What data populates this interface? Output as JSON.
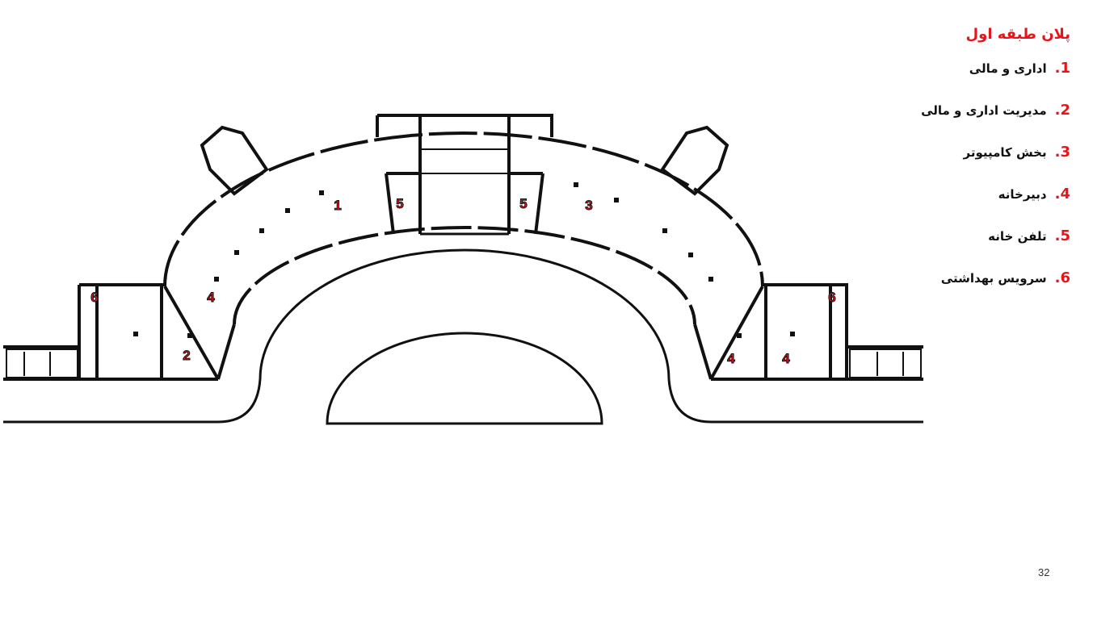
{
  "slide": {
    "title": "پلان طبقه اول",
    "legend": [
      {
        "num": "1.",
        "label": "اداری و مالی"
      },
      {
        "num": "2.",
        "label": "مدیریت اداری و مالی"
      },
      {
        "num": "3.",
        "label": "بخش کامپیوتر"
      },
      {
        "num": "4.",
        "label": "دبیرخانه"
      },
      {
        "num": "5.",
        "label": "تلفن خانه"
      },
      {
        "num": "6.",
        "label": "سرویس بهداشتی"
      }
    ],
    "page_number": "32"
  },
  "plan": {
    "labels": [
      "1",
      "5",
      "5",
      "3",
      "6",
      "4",
      "2",
      "6",
      "4",
      "4"
    ]
  },
  "colors": {
    "accent": "#e8141c"
  }
}
